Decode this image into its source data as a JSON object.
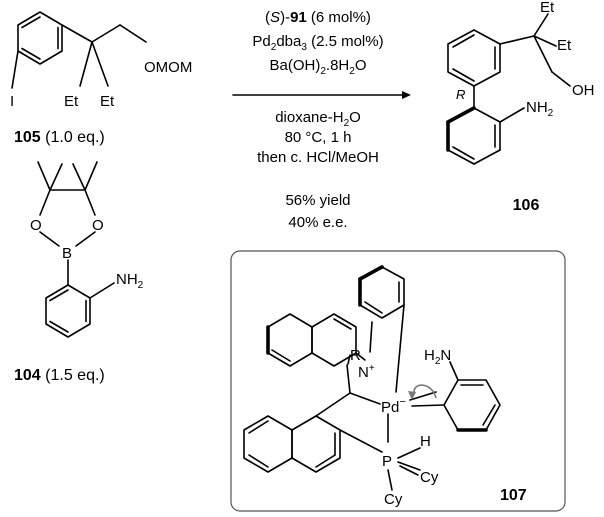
{
  "conditions": {
    "catalyst_prefix": "(S)-",
    "catalyst_number": "91",
    "catalyst_loading": " (6 mol%)",
    "pd_source": "Pd2dba3 (2.5 mol%)",
    "base": "Ba(OH)2.8H2O",
    "solvent": "dioxane-H2O",
    "temperature_time": "80 °C, 1 h",
    "workup": "then c. HCl/MeOH",
    "yield": "56% yield",
    "ee": "40% e.e."
  },
  "compounds": {
    "iodide": {
      "number": "105",
      "equiv": " (1.0 eq.)"
    },
    "boronate": {
      "number": "104",
      "equiv": " (1.5 eq.)"
    },
    "product": {
      "number": "106"
    },
    "complex": {
      "number": "107"
    }
  },
  "atom_labels": {
    "iodine": "I",
    "ethyl": "Et",
    "omom": "OMOM",
    "oxygen": "O",
    "boron": "B",
    "amine": "NH2",
    "hydroxyl": "OH",
    "stereo_R": "R",
    "n_plus": "N+",
    "pd_minus": "Pd−",
    "phosphorus": "P",
    "hydrogen": "H",
    "cyclohexyl": "Cy",
    "h2n": "H2N"
  }
}
